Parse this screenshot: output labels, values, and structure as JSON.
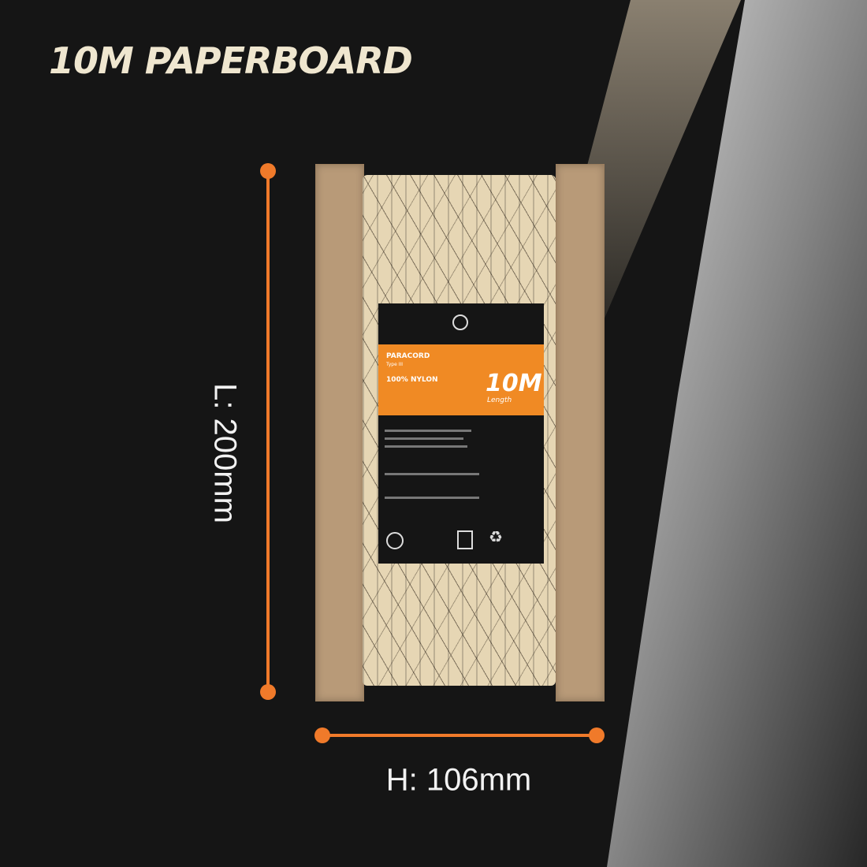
{
  "title": "10M PAPERBOARD",
  "product_label": {
    "brand_logo": "brand-logo",
    "product_name": "PARACORD",
    "type": "Type III",
    "material": "100% NYLON",
    "length_value": "10M",
    "length_caption": "Length"
  },
  "dimensions": {
    "length_label": "L: 200mm",
    "height_label": "H: 106mm"
  },
  "colors": {
    "background": "#151515",
    "accent_orange": "#f07a2a",
    "title": "#efe6cf",
    "cardboard": "#b89a78",
    "cord": "#e6d6b4"
  }
}
